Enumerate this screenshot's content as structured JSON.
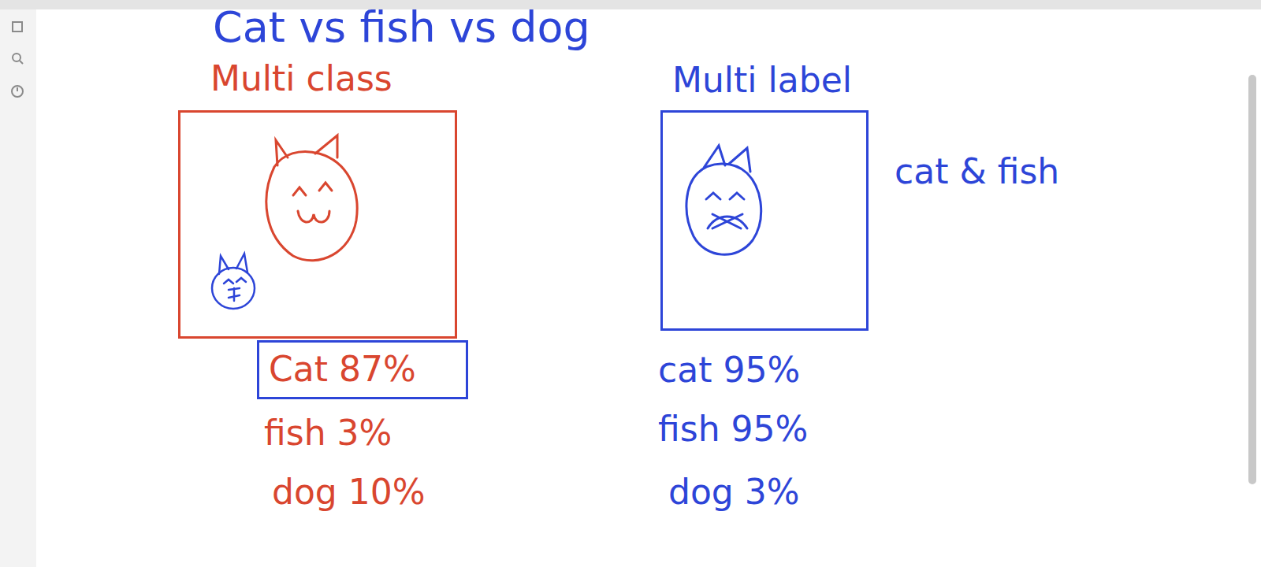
{
  "diagram": {
    "title": "Cat vs fish vs dog",
    "nodes": [
      {
        "text": [
          "Multi class"
        ]
      },
      {
        "text": [
          "Multi label"
        ]
      },
      {
        "text": [
          "Cat 87%"
        ]
      }
    ],
    "labels": [
      "cat & fish",
      "fish 3%",
      "dog 10%",
      "cat 95%",
      "fish 95%",
      "dog 3%"
    ]
  }
}
